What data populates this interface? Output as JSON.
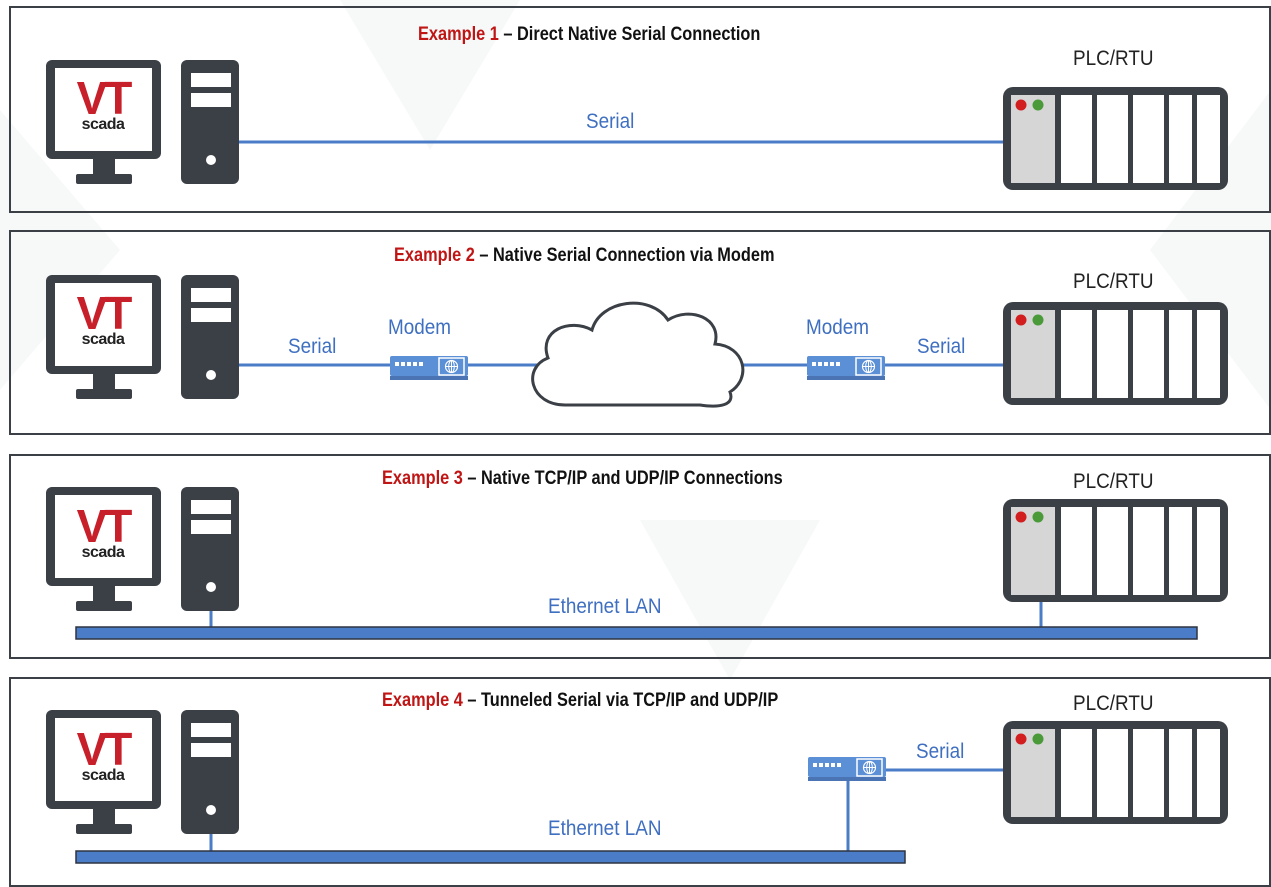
{
  "examples": [
    {
      "id": 1,
      "title_prefix": "Example 1",
      "title_rest": " – Direct Native Serial Connection",
      "plc_label": "PLC/RTU",
      "logo": {
        "vt": "VT",
        "scada": "scada"
      },
      "link_label": "Serial"
    },
    {
      "id": 2,
      "title_prefix": "Example 2",
      "title_rest": " – Native Serial Connection via Modem",
      "plc_label": "PLC/RTU",
      "logo": {
        "vt": "VT",
        "scada": "scada"
      },
      "serial_left": "Serial",
      "serial_right": "Serial",
      "modem_left": "Modem",
      "modem_right": "Modem"
    },
    {
      "id": 3,
      "title_prefix": "Example 3",
      "title_rest": " – Native TCP/IP and UDP/IP Connections",
      "plc_label": "PLC/RTU",
      "logo": {
        "vt": "VT",
        "scada": "scada"
      },
      "lan_label": "Ethernet  LAN"
    },
    {
      "id": 4,
      "title_prefix": "Example 4",
      "title_rest": " – Tunneled Serial via TCP/IP and UDP/IP",
      "plc_label": "PLC/RTU",
      "logo": {
        "vt": "VT",
        "scada": "scada"
      },
      "lan_label": "Ethernet  LAN",
      "serial_label": "Serial"
    }
  ],
  "colors": {
    "device_dark": "#3b3f46",
    "link_blue": "#4a7cc7",
    "title_red": "#c01515",
    "led_red": "#d21e1e",
    "led_green": "#4a9a3a",
    "modem_blue": "#5b8fd6"
  }
}
